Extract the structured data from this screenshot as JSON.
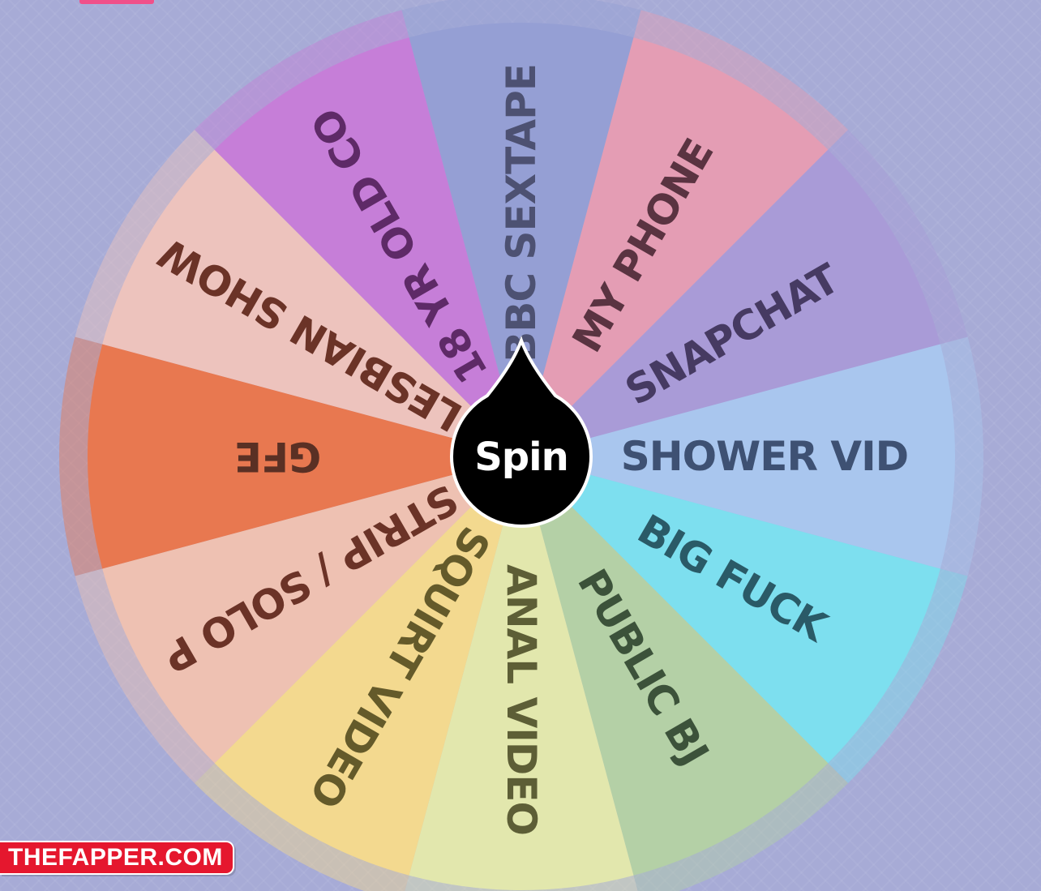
{
  "wheel": {
    "segments": [
      {
        "label": "BBC SEXTAPE",
        "color": "#959fd4",
        "text_color": "#4d5172"
      },
      {
        "label": "MY PHONE",
        "color": "#e49db4",
        "text_color": "#5a3341"
      },
      {
        "label": "SNAPCHAT",
        "color": "#a99bd7",
        "text_color": "#463a62"
      },
      {
        "label": "SHOWER VID",
        "color": "#a9c6ee",
        "text_color": "#3e5173"
      },
      {
        "label": "BIG FUCK",
        "color": "#7ddfef",
        "text_color": "#2a5a67"
      },
      {
        "label": "PUBLIC BJ",
        "color": "#b4d0a6",
        "text_color": "#3c523a"
      },
      {
        "label": "ANAL VIDEO",
        "color": "#e2e7ad",
        "text_color": "#5d5e36"
      },
      {
        "label": "SQUIRT VIDEO",
        "color": "#f3d98f",
        "text_color": "#645a2a"
      },
      {
        "label": "STRIP / SOLO P",
        "color": "#eec1b2",
        "text_color": "#6b3327"
      },
      {
        "label": "GFE",
        "color": "#e87850",
        "text_color": "#5a3024"
      },
      {
        "label": "LESBIAN SHOW",
        "color": "#edc3bd",
        "text_color": "#6b3327"
      },
      {
        "label": "18 YR OLD CO",
        "color": "#c67ed8",
        "text_color": "#5e2a67"
      }
    ],
    "spin_label": "Spin"
  },
  "watermark": "THEFAPPER.COM"
}
